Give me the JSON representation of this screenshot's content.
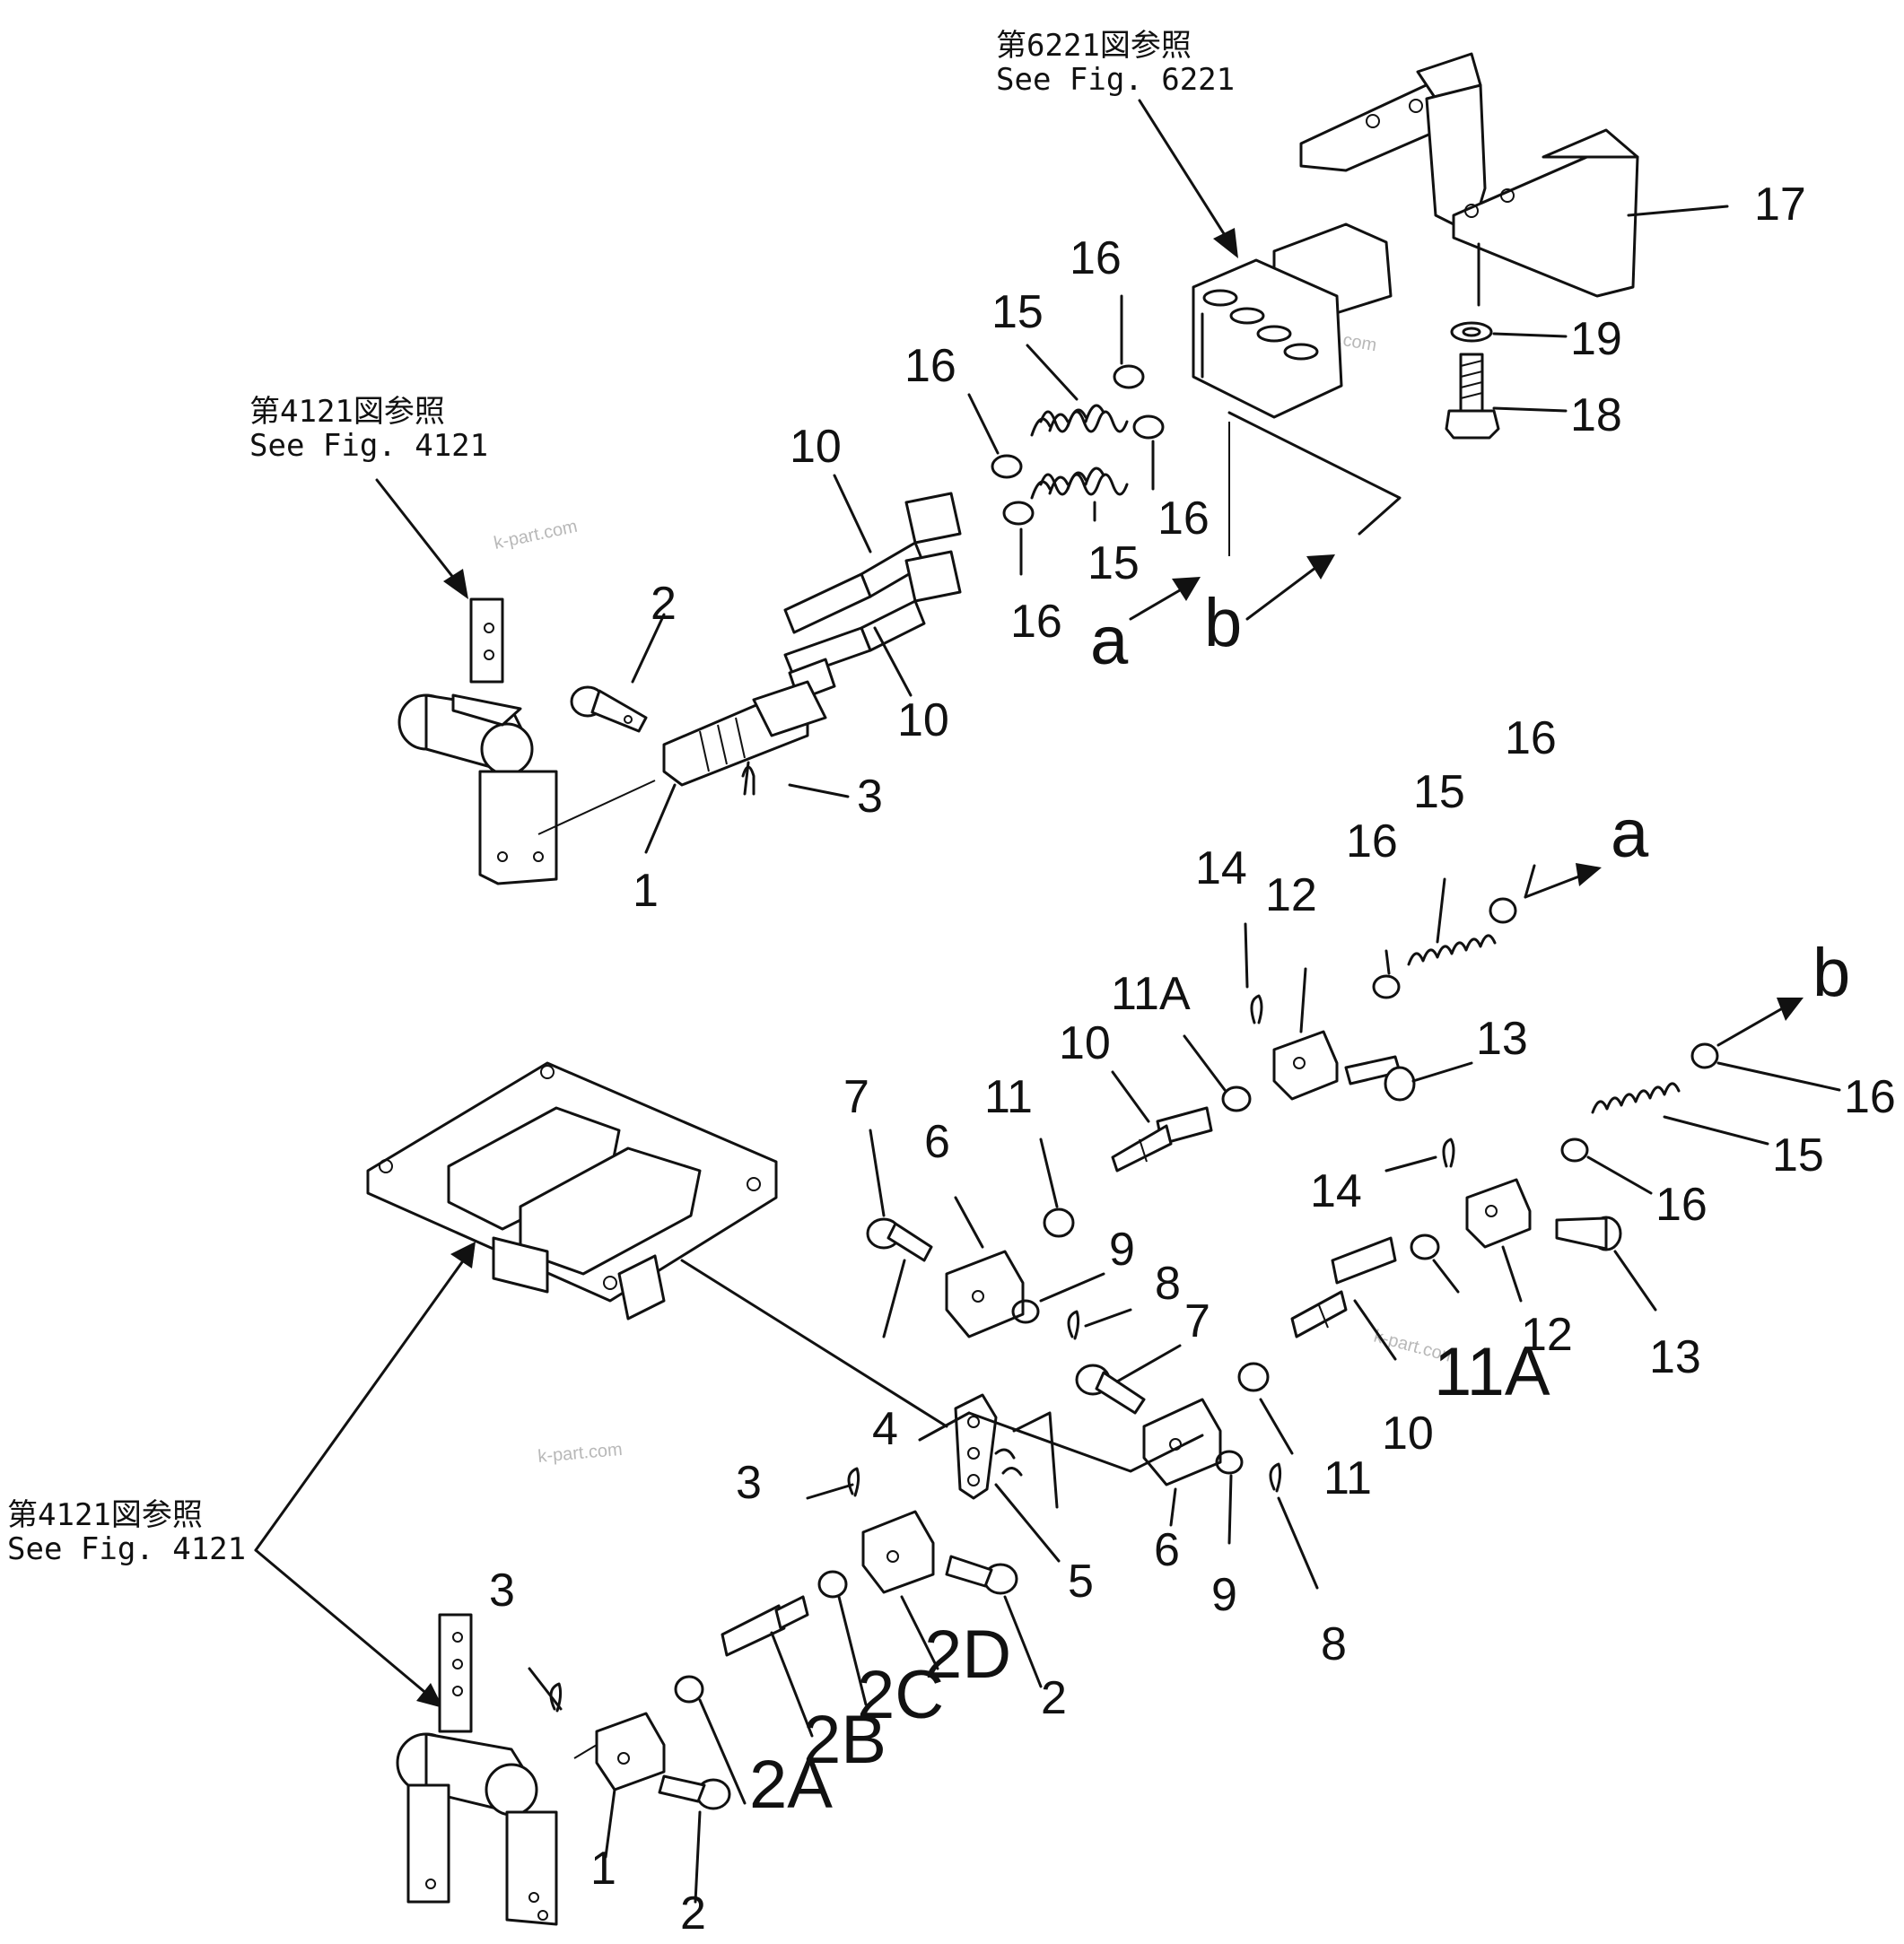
{
  "references": [
    {
      "jp": "第6221図参照",
      "en": "See Fig. 6221"
    },
    {
      "jp": "第4121図参照",
      "en": "See Fig. 4121"
    },
    {
      "jp": "第4121図参照",
      "en": "See Fig. 4121"
    }
  ],
  "watermark": "k-part.com",
  "callouts": {
    "top": {
      "c17": "17",
      "c19": "19",
      "c18": "18",
      "c16a": "16",
      "c15a": "15",
      "c16b": "16",
      "c16c": "16",
      "c15b": "15",
      "c16d": "16",
      "c10a": "10",
      "c10b": "10",
      "c2": "2",
      "c3": "3",
      "c1": "1",
      "a": "a",
      "b": "b"
    },
    "bottom": {
      "c16a": "16",
      "c15a": "15",
      "c16b": "16",
      "a": "a",
      "c14a": "14",
      "c12a": "12",
      "c11Aa": "11A",
      "c13a": "13",
      "c10a": "10",
      "b": "b",
      "c16c": "16",
      "c15b": "15",
      "c16d": "16",
      "c14b": "14",
      "c7a": "7",
      "c6a": "6",
      "c11a": "11",
      "c9a": "9",
      "c8a": "8",
      "c7b": "7",
      "c12b": "12",
      "c11Ab": "11A",
      "c13b": "13",
      "c10b": "10",
      "c4": "4",
      "c3a": "3",
      "c5": "5",
      "c6b": "6",
      "c11b": "11",
      "c9b": "9",
      "c8b": "8",
      "c2D": "2D",
      "c2C": "2C",
      "c2a": "2",
      "c3b": "3",
      "c2B": "2B",
      "c2A": "2A",
      "c1": "1",
      "c2b": "2"
    }
  }
}
